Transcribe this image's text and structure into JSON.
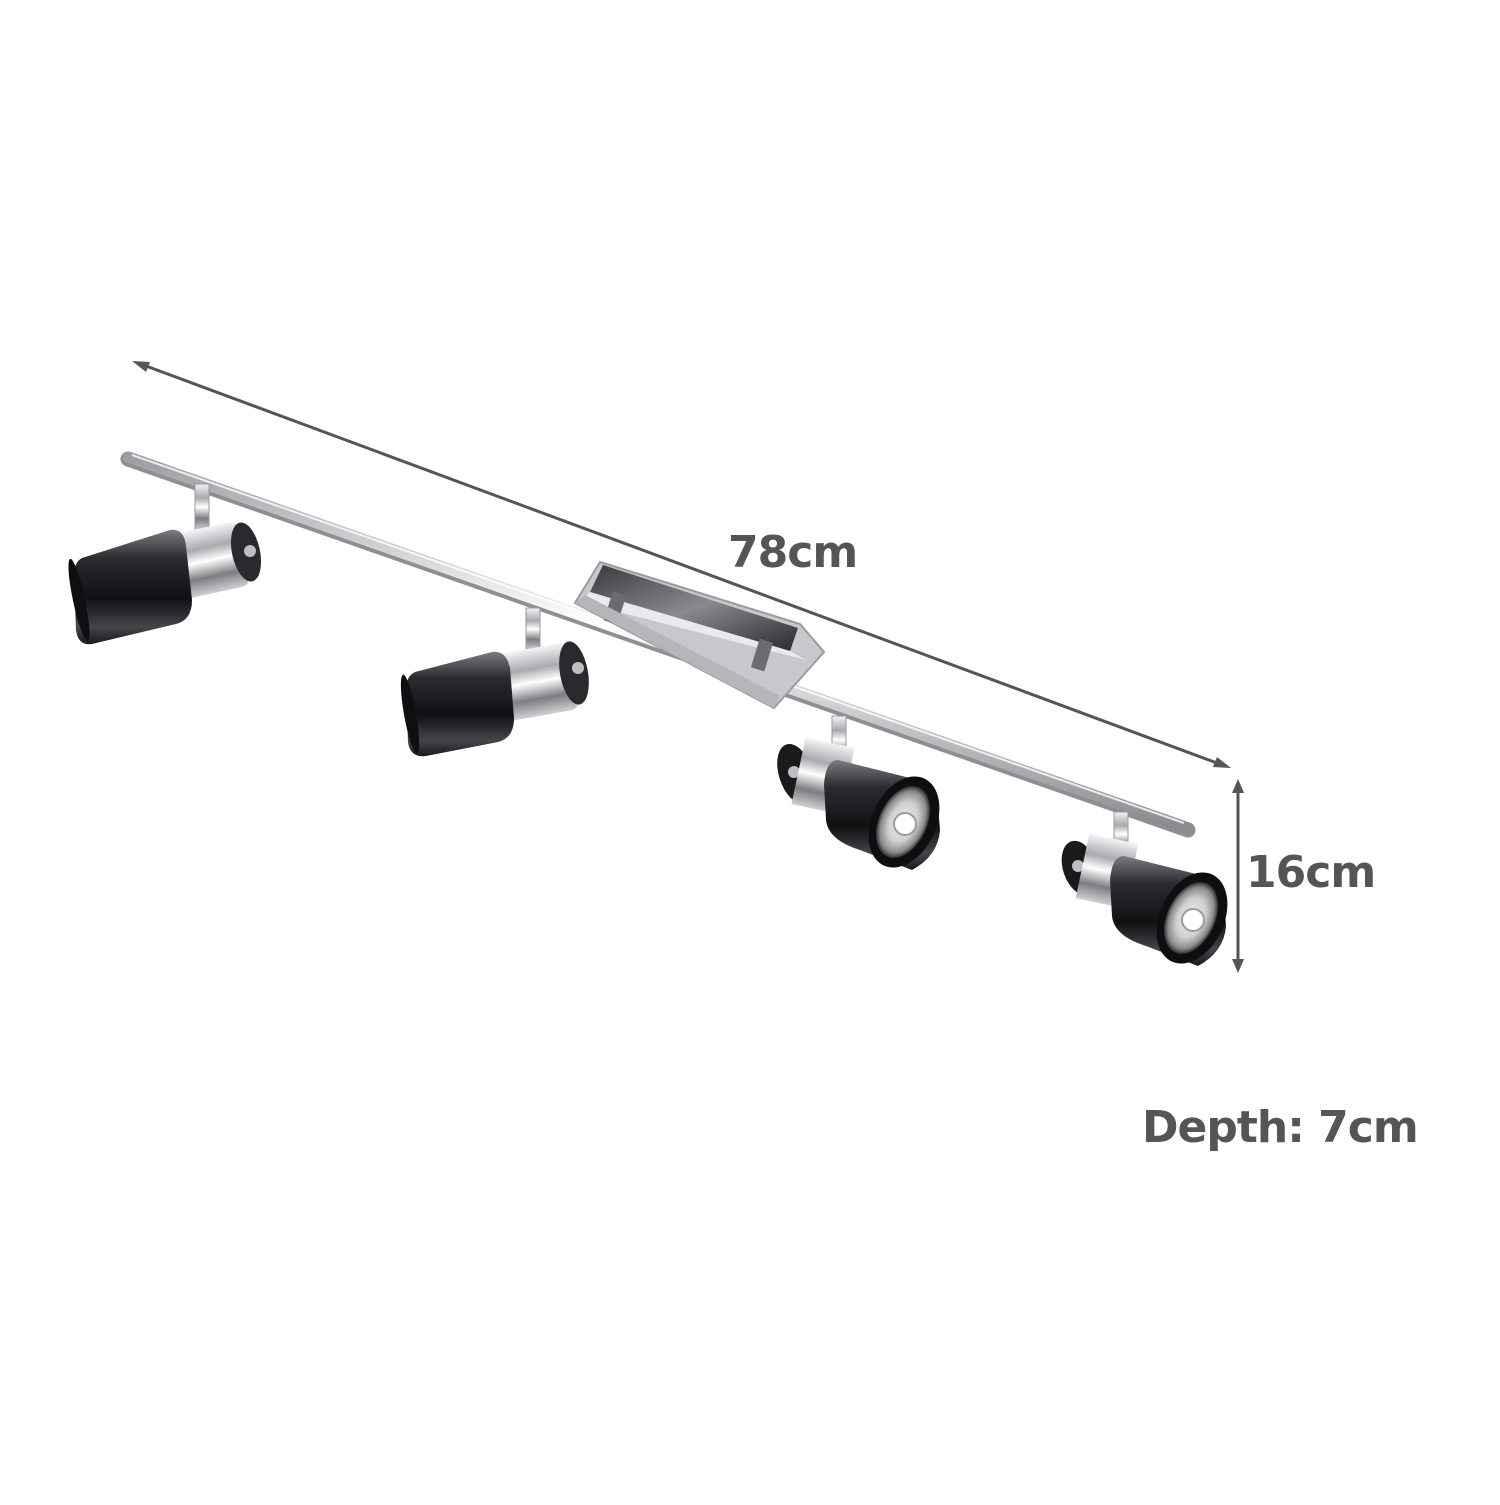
{
  "dimensions": {
    "width_label": "78cm",
    "height_label": "16cm",
    "depth_label": "Depth: 7cm"
  },
  "product": {
    "spotlight_count": 4
  },
  "colors": {
    "background": "#ffffff",
    "dimension_line": "#555555",
    "label_text": "#555555",
    "shade_black": "#1e1e21",
    "chrome": "#d8d8dc"
  }
}
